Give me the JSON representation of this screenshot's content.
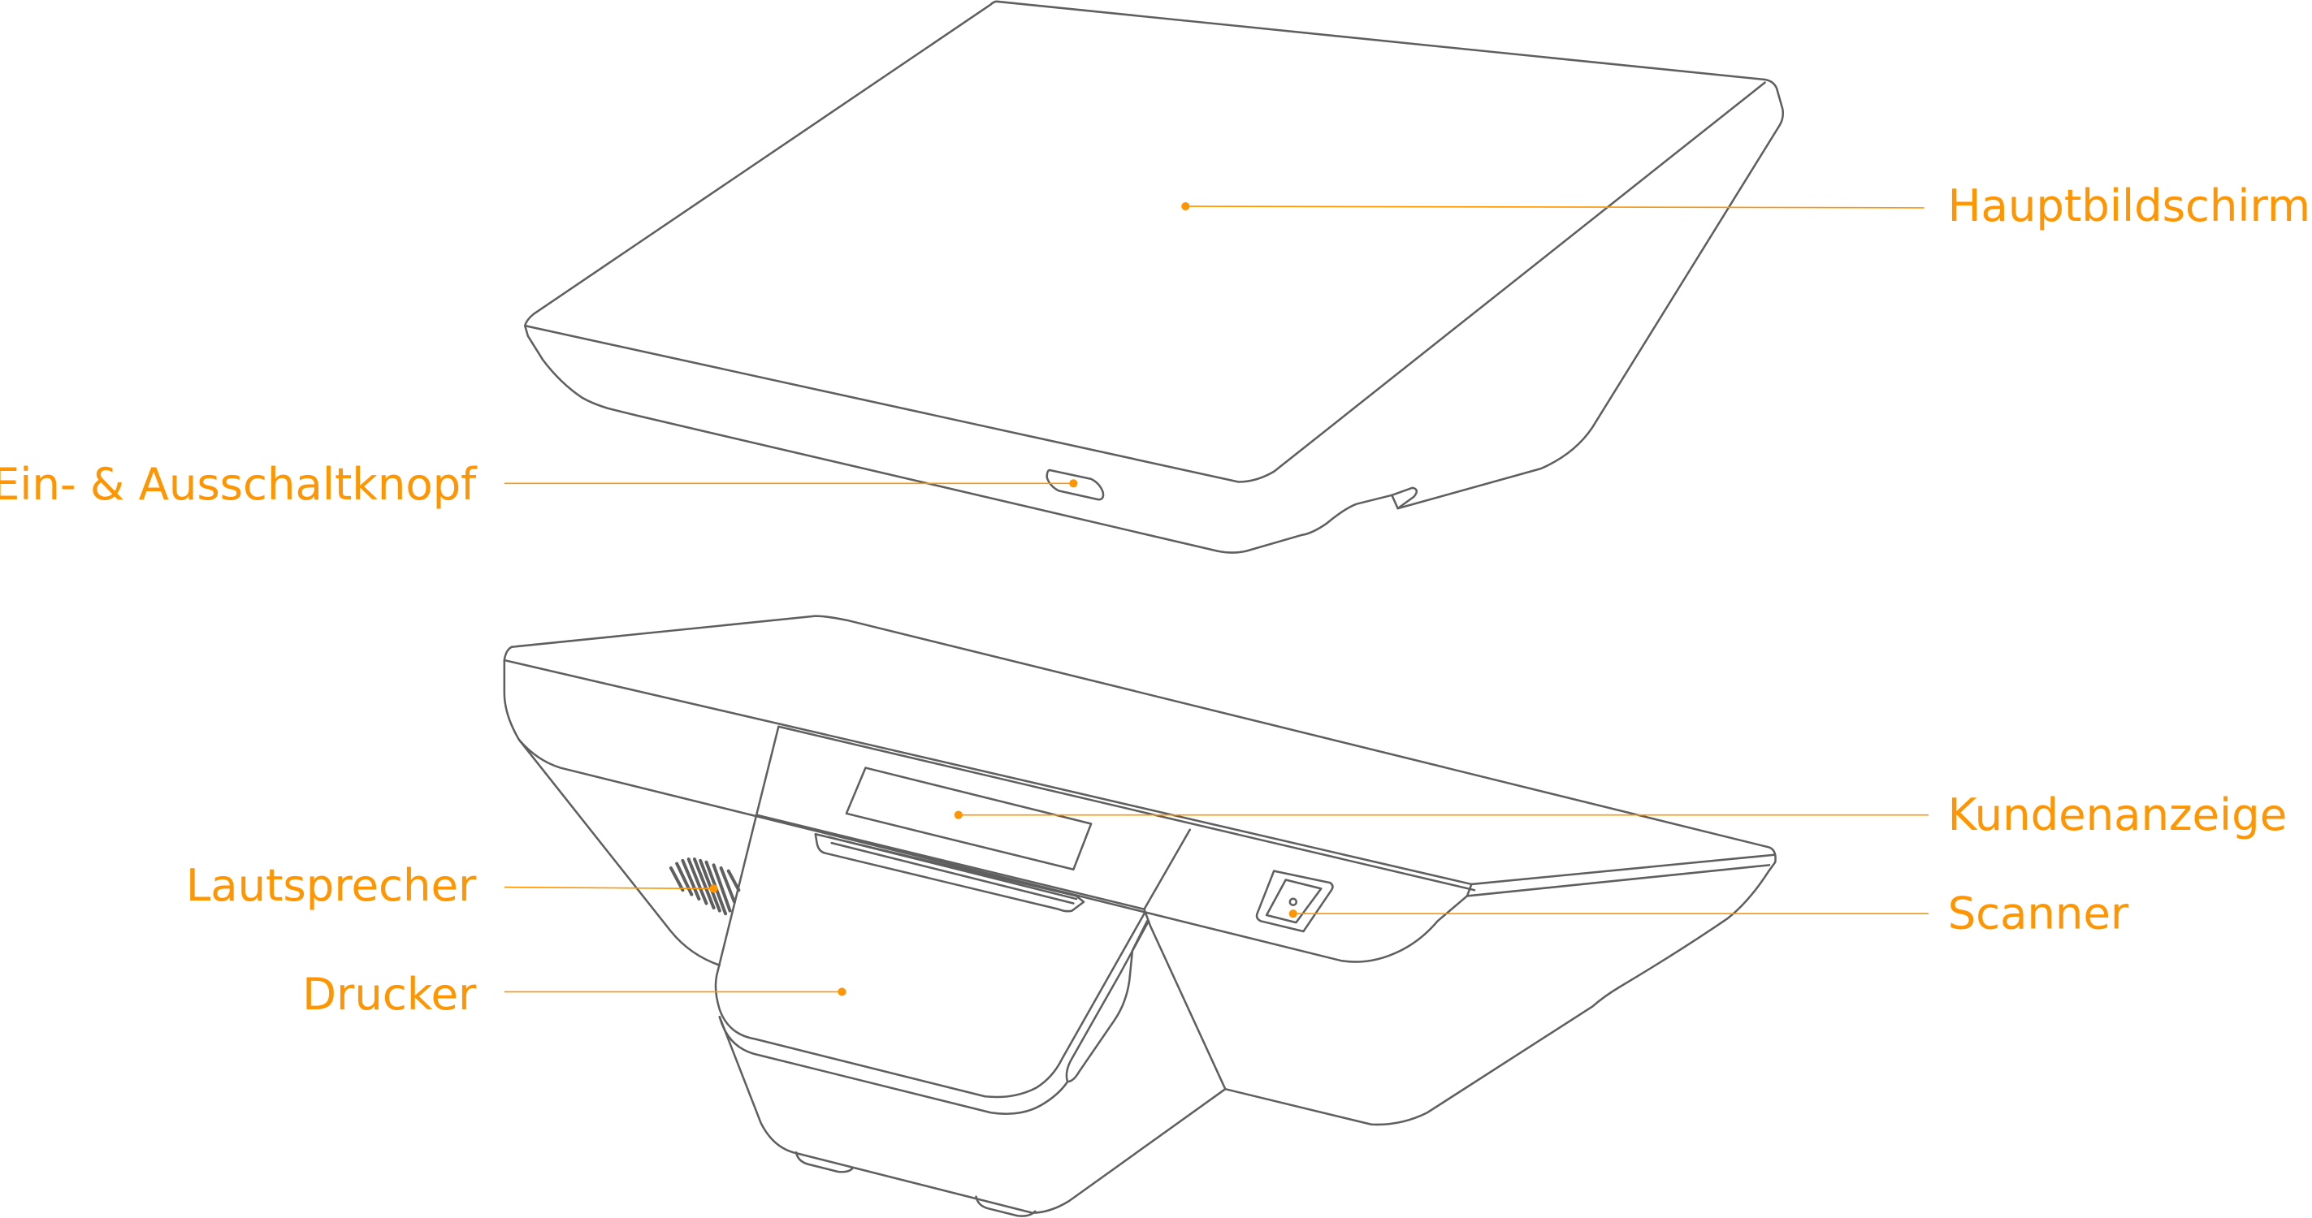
{
  "labels": {
    "main_screen": "Hauptbildschirm",
    "power_button": "Ein- & Ausschaltknopf",
    "customer_display": "Kundenanzeige",
    "scanner": "Scanner",
    "speaker": "Lautsprecher",
    "printer": "Drucker"
  },
  "colors": {
    "accent": "#ff9500",
    "outline": "#5f5f5f",
    "background": "#ffffff"
  }
}
